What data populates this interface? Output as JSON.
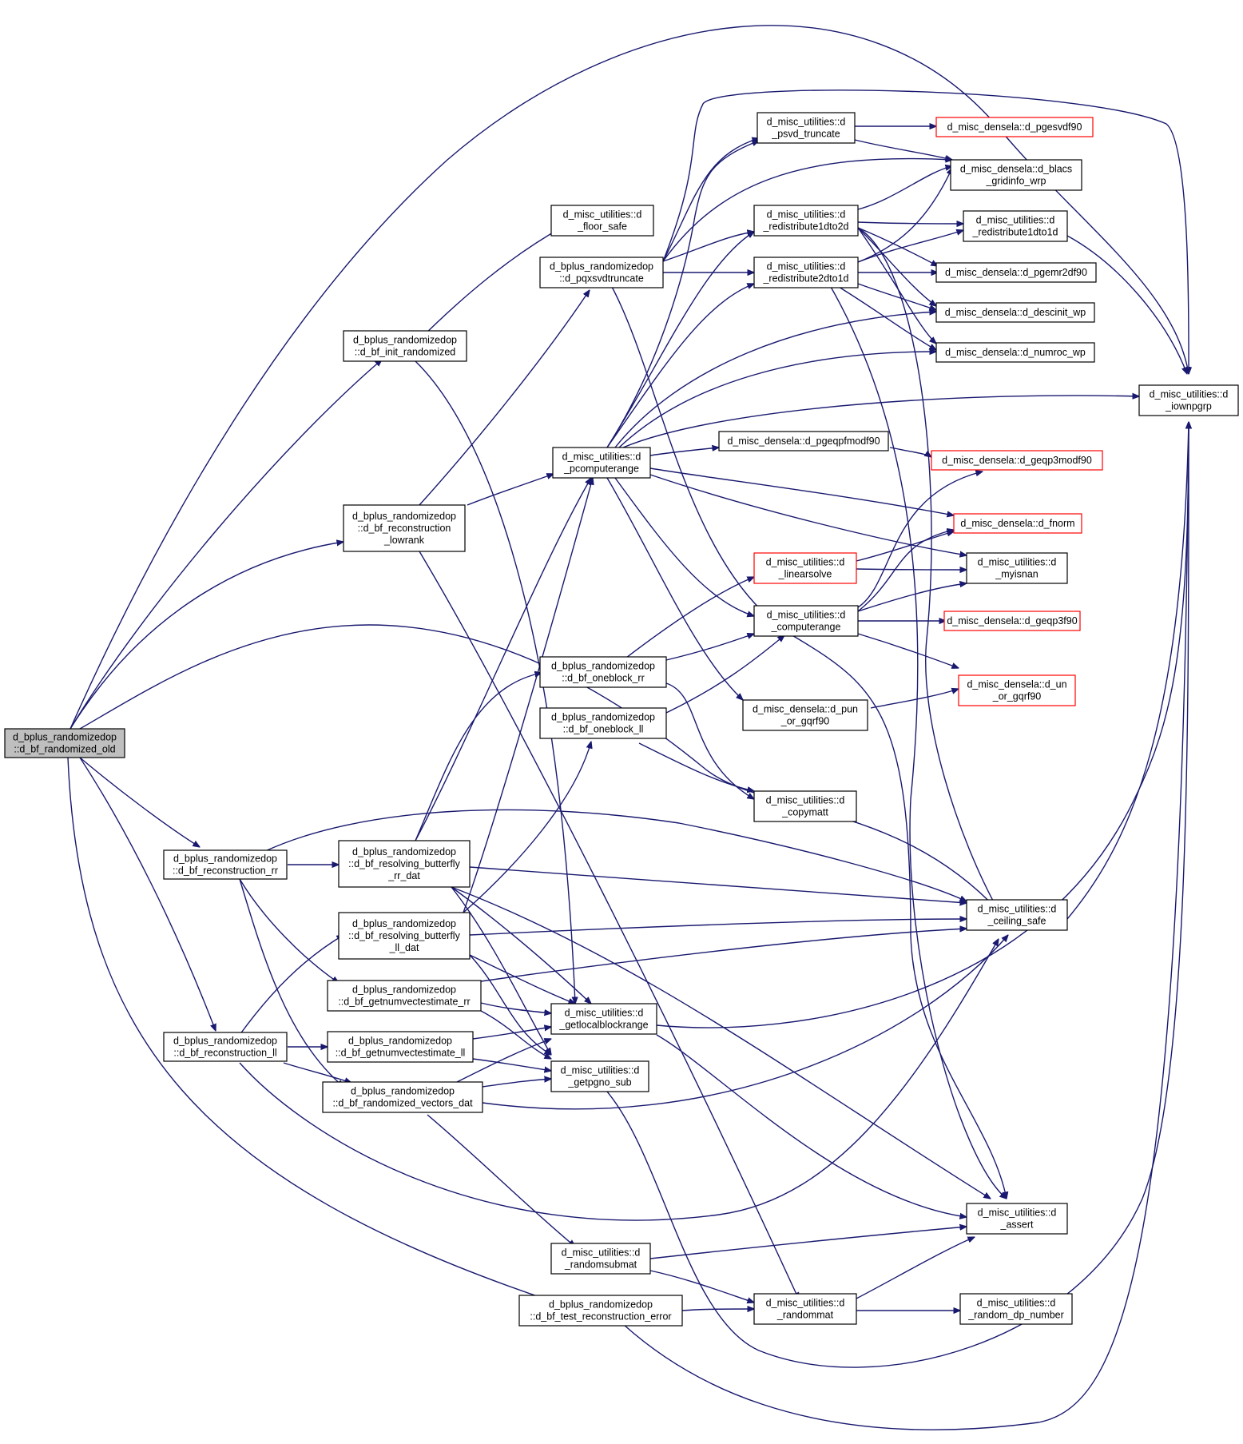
{
  "graph": {
    "type": "call-graph",
    "colors": {
      "edge": "#191970",
      "node_border": "#000000",
      "truncated_node_border": "#ff0000",
      "root_fill": "#bfbfbf"
    },
    "nodes": [
      {
        "id": "root",
        "lines": [
          "d_bplus_randomizedop",
          "::d_bf_randomized_old"
        ],
        "kind": "root"
      },
      {
        "id": "init",
        "lines": [
          "d_bplus_randomizedop",
          "::d_bf_init_randomized"
        ]
      },
      {
        "id": "lowrank",
        "lines": [
          "d_bplus_randomizedop",
          "::d_bf_reconstruction",
          "_lowrank"
        ]
      },
      {
        "id": "rr",
        "lines": [
          "d_bplus_randomizedop",
          "::d_bf_reconstruction_rr"
        ]
      },
      {
        "id": "ll",
        "lines": [
          "d_bplus_randomizedop",
          "::d_bf_reconstruction_ll"
        ]
      },
      {
        "id": "floor",
        "lines": [
          "d_misc_utilities::d",
          "_floor_safe"
        ]
      },
      {
        "id": "pqx",
        "lines": [
          "d_bplus_randomizedop",
          "::d_pqxsvdtruncate"
        ]
      },
      {
        "id": "pcomp",
        "lines": [
          "d_misc_utilities::d",
          "_pcomputerange"
        ]
      },
      {
        "id": "psvd",
        "lines": [
          "d_misc_utilities::d",
          "_psvd_truncate"
        ]
      },
      {
        "id": "pgesvd",
        "lines": [
          "d_misc_densela::d_pgesvdf90"
        ],
        "kind": "red"
      },
      {
        "id": "blacs",
        "lines": [
          "d_misc_densela::d_blacs",
          "_gridinfo_wrp"
        ]
      },
      {
        "id": "r1to2",
        "lines": [
          "d_misc_utilities::d",
          "_redistribute1dto2d"
        ]
      },
      {
        "id": "r2to1",
        "lines": [
          "d_misc_utilities::d",
          "_redistribute2dto1d"
        ]
      },
      {
        "id": "r1to1",
        "lines": [
          "d_misc_utilities::d",
          "_redistribute1dto1d"
        ]
      },
      {
        "id": "pgemr",
        "lines": [
          "d_misc_densela::d_pgemr2df90"
        ]
      },
      {
        "id": "descinit",
        "lines": [
          "d_misc_densela::d_descinit_wp"
        ]
      },
      {
        "id": "numroc",
        "lines": [
          "d_misc_densela::d_numroc_wp"
        ]
      },
      {
        "id": "iown",
        "lines": [
          "d_misc_utilities::d",
          "_iownpgrp"
        ]
      },
      {
        "id": "pgeqpf",
        "lines": [
          "d_misc_densela::d_pgeqpfmodf90"
        ]
      },
      {
        "id": "geqp3m",
        "lines": [
          "d_misc_densela::d_geqp3modf90"
        ],
        "kind": "red"
      },
      {
        "id": "fnorm",
        "lines": [
          "d_misc_densela::d_fnorm"
        ],
        "kind": "red"
      },
      {
        "id": "linsolve",
        "lines": [
          "d_misc_utilities::d",
          "_linearsolve"
        ],
        "kind": "red"
      },
      {
        "id": "myisnan",
        "lines": [
          "d_misc_utilities::d",
          "_myisnan"
        ]
      },
      {
        "id": "comp",
        "lines": [
          "d_misc_utilities::d",
          "_computerange"
        ]
      },
      {
        "id": "geqp3",
        "lines": [
          "d_misc_densela::d_geqp3f90"
        ],
        "kind": "red"
      },
      {
        "id": "unorg",
        "lines": [
          "d_misc_densela::d_un",
          "_or_gqrf90"
        ],
        "kind": "red"
      },
      {
        "id": "punorg",
        "lines": [
          "d_misc_densela::d_pun",
          "_or_gqrf90"
        ]
      },
      {
        "id": "obrr",
        "lines": [
          "d_bplus_randomizedop",
          "::d_bf_oneblock_rr"
        ]
      },
      {
        "id": "obll",
        "lines": [
          "d_bplus_randomizedop",
          "::d_bf_oneblock_ll"
        ]
      },
      {
        "id": "copym",
        "lines": [
          "d_misc_utilities::d",
          "_copymatt"
        ]
      },
      {
        "id": "resrr",
        "lines": [
          "d_bplus_randomizedop",
          "::d_bf_resolving_butterfly",
          "_rr_dat"
        ]
      },
      {
        "id": "resll",
        "lines": [
          "d_bplus_randomizedop",
          "::d_bf_resolving_butterfly",
          "_ll_dat"
        ]
      },
      {
        "id": "ceil",
        "lines": [
          "d_misc_utilities::d",
          "_ceiling_safe"
        ]
      },
      {
        "id": "gnrr",
        "lines": [
          "d_bplus_randomizedop",
          "::d_bf_getnumvectestimate_rr"
        ]
      },
      {
        "id": "gnll",
        "lines": [
          "d_bplus_randomizedop",
          "::d_bf_getnumvectestimate_ll"
        ]
      },
      {
        "id": "glbr",
        "lines": [
          "d_misc_utilities::d",
          "_getlocalblockrange"
        ]
      },
      {
        "id": "gpg",
        "lines": [
          "d_misc_utilities::d",
          "_getpgno_sub"
        ]
      },
      {
        "id": "rvd",
        "lines": [
          "d_bplus_randomizedop",
          "::d_bf_randomized_vectors_dat"
        ]
      },
      {
        "id": "assert",
        "lines": [
          "d_misc_utilities::d",
          "_assert"
        ]
      },
      {
        "id": "rsub",
        "lines": [
          "d_misc_utilities::d",
          "_randomsubmat"
        ]
      },
      {
        "id": "test",
        "lines": [
          "d_bplus_randomizedop",
          "::d_bf_test_reconstruction_error"
        ]
      },
      {
        "id": "rmat",
        "lines": [
          "d_misc_utilities::d",
          "_randommat"
        ]
      },
      {
        "id": "rdp",
        "lines": [
          "d_misc_utilities::d",
          "_random_dp_number"
        ]
      }
    ]
  }
}
